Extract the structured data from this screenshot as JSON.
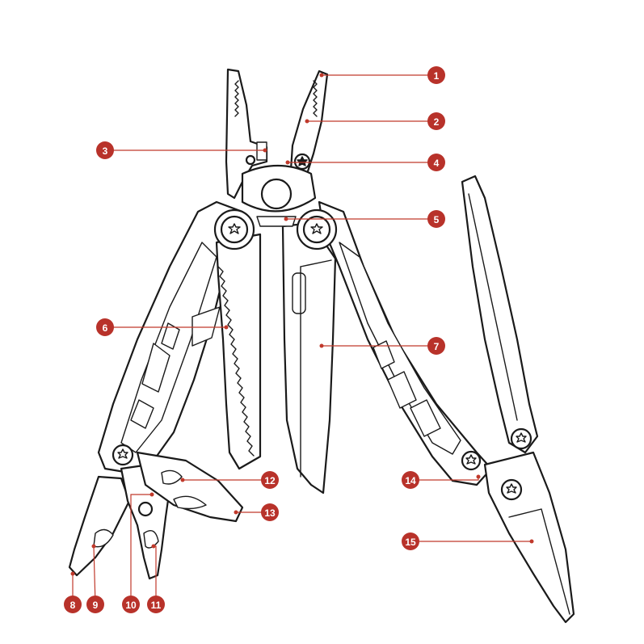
{
  "callouts": [
    {
      "number": "1"
    },
    {
      "number": "2"
    },
    {
      "number": "3"
    },
    {
      "number": "4"
    },
    {
      "number": "5"
    },
    {
      "number": "6"
    },
    {
      "number": "7"
    },
    {
      "number": "8"
    },
    {
      "number": "9"
    },
    {
      "number": "10"
    },
    {
      "number": "11"
    },
    {
      "number": "12"
    },
    {
      "number": "13"
    },
    {
      "number": "14"
    },
    {
      "number": "15"
    }
  ],
  "colors": {
    "accent": "#b8322a",
    "line_art": "#1a1a1a",
    "background": "#ffffff"
  }
}
